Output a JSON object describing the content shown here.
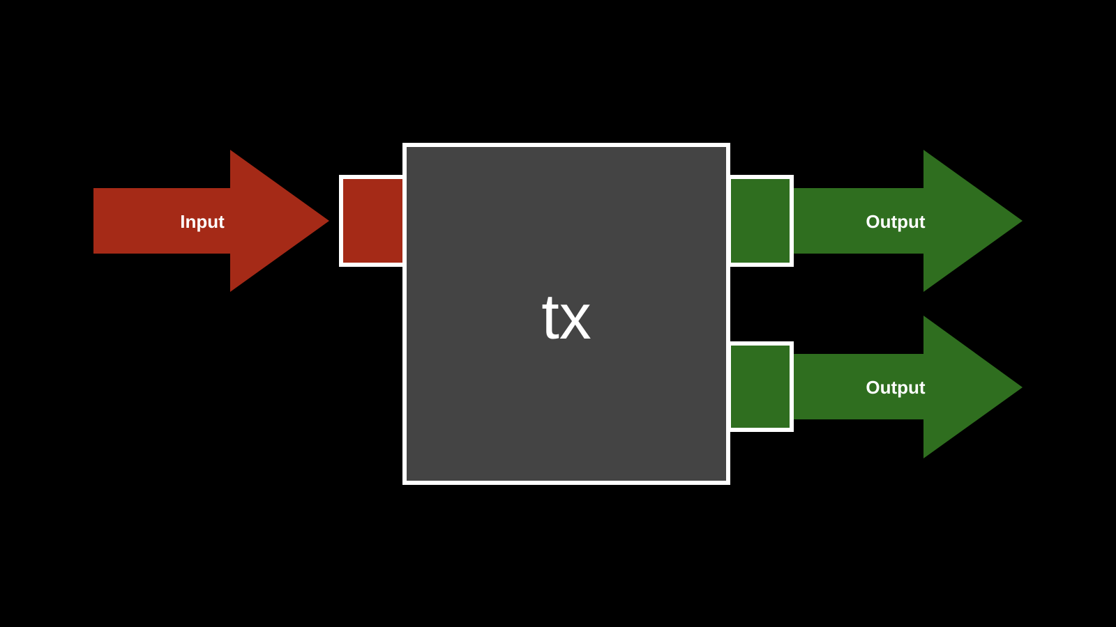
{
  "colors": {
    "background": "#000000",
    "input": "#a52a17",
    "output": "#2f6e1f",
    "transaction_box": "#444444",
    "stroke": "#ffffff"
  },
  "transaction": {
    "label": "tx"
  },
  "input": {
    "label": "Input"
  },
  "outputs": [
    {
      "label": "Output"
    },
    {
      "label": "Output"
    }
  ]
}
